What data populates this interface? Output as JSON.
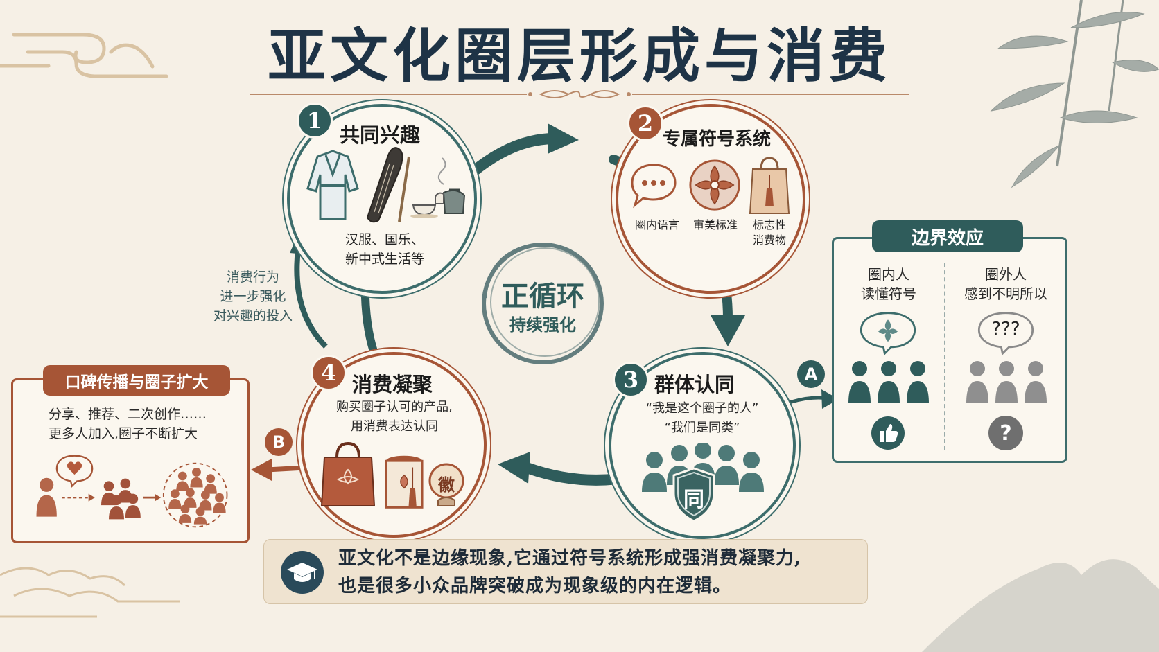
{
  "title": "亚文化圈层形成与消费",
  "center": {
    "main": "正循环",
    "sub": "持续强化"
  },
  "stages": [
    {
      "number": "1",
      "title": "共同兴趣",
      "desc_line1": "汉服、国乐、",
      "desc_line2": "新中式生活等"
    },
    {
      "number": "2",
      "title": "专属符号系统",
      "items": [
        "圈内语言",
        "审美标准",
        "标志性",
        "消费物"
      ]
    },
    {
      "number": "3",
      "title": "群体认同",
      "quote1": "“我是这个圈子的人”",
      "quote2": "“我们是同类”",
      "shield_char": "同"
    },
    {
      "number": "4",
      "title": "消费凝聚",
      "desc_line1": "购买圈子认可的产品,",
      "desc_line2": "用消费表达认同",
      "seal_char": "徽"
    }
  ],
  "loop_feedback": {
    "line1": "消费行为",
    "line2": "进一步强化",
    "line3": "对兴趣的投入"
  },
  "boundary": {
    "label_letter": "A",
    "title": "边界效应",
    "insider_line1": "圈内人",
    "insider_line2": "读懂符号",
    "outsider_line1": "圈外人",
    "outsider_line2": "感到不明所以",
    "question_marks": "???",
    "outsider_icon": "?"
  },
  "spread": {
    "label_letter": "B",
    "title": "口碑传播与圈子扩大",
    "line1": "分享、推荐、二次创作……",
    "line2": "更多人加入,圈子不断扩大"
  },
  "summary": {
    "line1": "亚文化不是边缘现象,它通过符号系统形成强消费凝聚力,",
    "line2": "也是很多小众品牌突破成为现象级的内在逻辑。"
  },
  "colors": {
    "teal": "#3d6d6c",
    "rust": "#a65536",
    "navy": "#1e3346",
    "paper": "#f6f0e6"
  },
  "icons": [
    "hanfu-icon",
    "guqin-icon",
    "tea-set-icon",
    "speech-bubble-icon",
    "ornament-icon",
    "tassel-bag-icon",
    "people-group-icon",
    "shield-icon",
    "shopping-bag-icon",
    "tea-canister-icon",
    "seal-icon",
    "heart-bubble-icon",
    "graduation-cap-icon",
    "thumbs-up-icon",
    "question-icon"
  ]
}
